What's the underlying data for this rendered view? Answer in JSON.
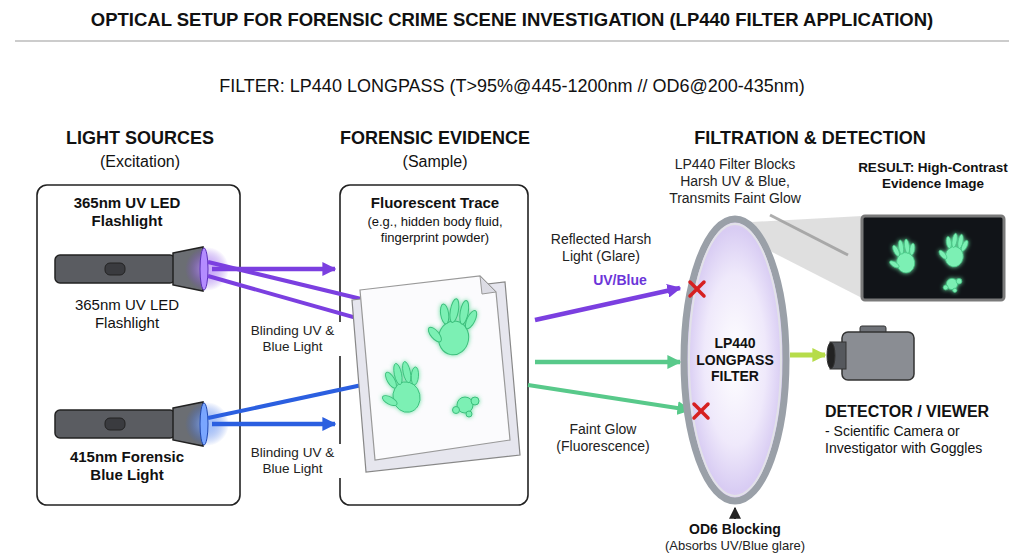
{
  "diagram": {
    "title": "OPTICAL SETUP FOR FORENSIC CRIME SCENE INVESTIGATION (LP440 FILTER APPLICATION)",
    "nodes": [
      {
        "text": [
          "LIGHT SOURCES",
          "(Excitation)"
        ]
      },
      {
        "text": [
          "365nm UV LED Flashlight",
          "365nm UV LED Flashlight"
        ],
        "in": 0
      },
      {
        "text": [
          "415nm Forensic Blue Light"
        ],
        "in": 0
      },
      {
        "text": [
          "FORENSIC EVIDENCE",
          "(Sample)",
          "Fluorescent Trace",
          "(e.g., hidden body fluid, fingerprint powder)"
        ]
      },
      {
        "text": [
          "LP440 LONGPASS FILTER"
        ]
      },
      {
        "text": [
          "RESULT: High-Contrast Evidence Image"
        ]
      },
      {
        "text": [
          "DETECTOR / VIEWER",
          "- Scientific Camera or Investigator with Goggles"
        ]
      }
    ],
    "edges": [
      {
        "from": 1,
        "to": 3,
        "label": "Blinding UV & Blue Light",
        "arrow": "to"
      },
      {
        "from": 2,
        "to": 3,
        "label": "Blinding UV & Blue Light",
        "arrow": "to"
      },
      {
        "from": 3,
        "to": 4,
        "label": "Reflected Harsh Light (Glare)",
        "arrow": "to"
      },
      {
        "from": 3,
        "to": 4,
        "label": "Faint Glow (Fluorescence)",
        "arrow": "to"
      },
      {
        "from": 4,
        "to": 6,
        "arrow": "to"
      },
      {
        "from": 4,
        "to": 5,
        "arrow": "none"
      }
    ],
    "labels": [
      "FILTER: LP440 LONGPASS (T>95%@445-1200nm // OD6@200-435nm)",
      "FILTRATION & DETECTION",
      "LP440 Filter Blocks Harsh UV & Blue, Transmits Faint Glow",
      "UV/Blue",
      "OD6 Blocking",
      "(Absorbs UV/Blue glare)"
    ]
  }
}
